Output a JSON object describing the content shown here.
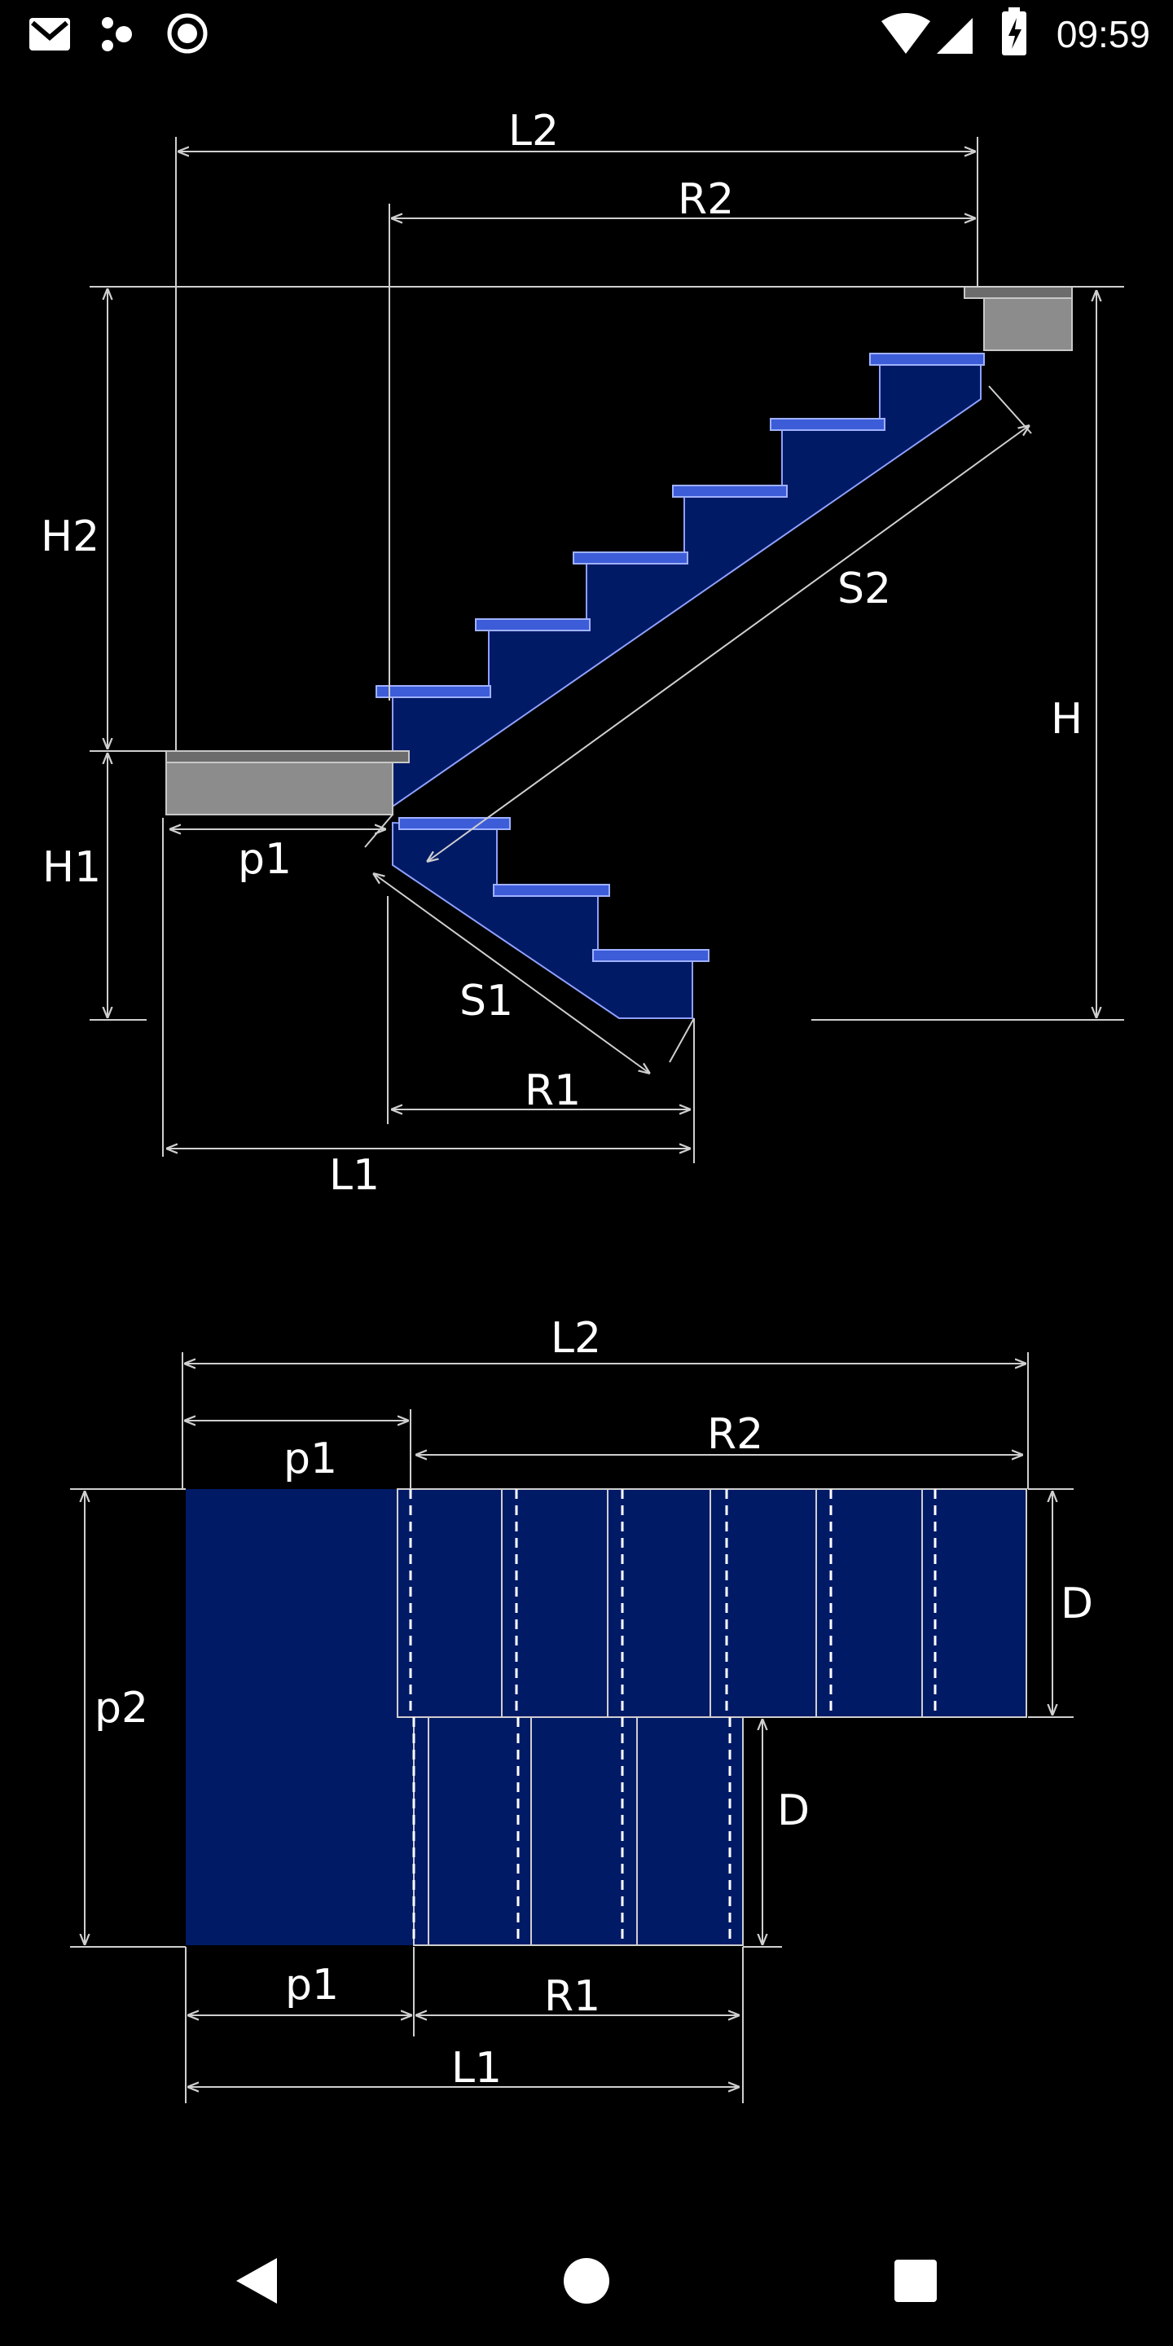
{
  "status_bar": {
    "time": "09:59",
    "left_icons": [
      "gmail-icon",
      "nodes-icon",
      "record-icon"
    ],
    "right_icons": [
      "wifi-icon",
      "cellular-signal-icon",
      "battery-charging-icon"
    ]
  },
  "side_view": {
    "labels": {
      "L2": "L2",
      "R2": "R2",
      "H2": "H2",
      "H1": "H1",
      "H": "H",
      "S2": "S2",
      "S1": "S1",
      "p1": "p1",
      "R1": "R1",
      "L1": "L1"
    }
  },
  "plan_view": {
    "labels": {
      "L2": "L2",
      "p1_top": "p1",
      "R2": "R2",
      "D_top": "D",
      "D_bottom": "D",
      "p2": "p2",
      "p1_bottom": "p1",
      "R1": "R1",
      "L1": "L1"
    }
  },
  "colors": {
    "background": "#000000",
    "stair_fill": "#001a66",
    "tread": "#3d5dd8",
    "landing": "#8c8c8c",
    "dimension_line": "#cfcfcf"
  },
  "nav_bar": {
    "icons": [
      "back-icon",
      "home-icon",
      "recents-icon"
    ]
  }
}
